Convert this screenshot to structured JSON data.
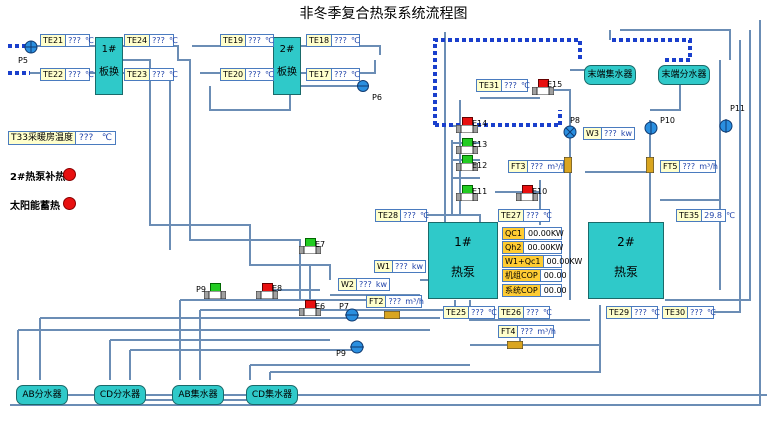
{
  "title": "非冬季复合热泵系统流程图",
  "room_temp": {
    "label": "T33采暖房温度",
    "value": "???",
    "unit": "℃"
  },
  "indicators": [
    {
      "label": "2#热泵补热",
      "color": "#e81010"
    },
    {
      "label": "太阳能蓄热",
      "color": "#e81010"
    }
  ],
  "temps": [
    {
      "id": "te21",
      "label": "TE21",
      "value": "???",
      "unit": "℃"
    },
    {
      "id": "te22",
      "label": "TE22",
      "value": "???",
      "unit": "℃"
    },
    {
      "id": "te24",
      "label": "TE24",
      "value": "???",
      "unit": "℃"
    },
    {
      "id": "te23",
      "label": "TE23",
      "value": "???",
      "unit": "℃"
    },
    {
      "id": "te19",
      "label": "TE19",
      "value": "???",
      "unit": "℃"
    },
    {
      "id": "te18",
      "label": "TE18",
      "value": "???",
      "unit": "℃"
    },
    {
      "id": "te20",
      "label": "TE20",
      "value": "???",
      "unit": "℃"
    },
    {
      "id": "te17",
      "label": "TE17",
      "value": "???",
      "unit": "℃"
    },
    {
      "id": "te31",
      "label": "TE31",
      "value": "???",
      "unit": "℃"
    },
    {
      "id": "te28",
      "label": "TE28",
      "value": "???",
      "unit": "℃"
    },
    {
      "id": "te27",
      "label": "TE27",
      "value": "???",
      "unit": "℃"
    },
    {
      "id": "te25",
      "label": "TE25",
      "value": "???",
      "unit": "℃"
    },
    {
      "id": "te26",
      "label": "TE26",
      "value": "???",
      "unit": "℃"
    },
    {
      "id": "te29",
      "label": "TE29",
      "value": "???",
      "unit": "℃"
    },
    {
      "id": "te30",
      "label": "TE30",
      "value": "???",
      "unit": "℃"
    },
    {
      "id": "te35",
      "label": "TE35",
      "value": "29.8",
      "unit": "℃"
    }
  ],
  "flows": [
    {
      "id": "ft3",
      "label": "FT3",
      "value": "???",
      "unit": "m³/h"
    },
    {
      "id": "ft5",
      "label": "FT5",
      "value": "???",
      "unit": "m³/h"
    },
    {
      "id": "ft2",
      "label": "FT2",
      "value": "???",
      "unit": "m³/h"
    },
    {
      "id": "ft4",
      "label": "FT4",
      "value": "???",
      "unit": "m³/h"
    }
  ],
  "powers": [
    {
      "id": "w3",
      "label": "W3",
      "value": "???",
      "unit": "kw"
    },
    {
      "id": "w2",
      "label": "W2",
      "value": "???",
      "unit": "kw"
    },
    {
      "id": "w1",
      "label": "W1",
      "value": "???",
      "unit": "kw"
    }
  ],
  "metrics": [
    {
      "label": "QC1",
      "value": "00.00KW"
    },
    {
      "label": "Qh2",
      "value": "00.00KW"
    },
    {
      "label": "W1+Qc1",
      "value": "00.00KW"
    },
    {
      "label": "机组COP",
      "value": "00.00"
    },
    {
      "label": "系统COP",
      "value": "00.00"
    }
  ],
  "exchangers": [
    {
      "id": "hx1",
      "num": "1#",
      "name": "板换"
    },
    {
      "id": "hx2",
      "num": "2#",
      "name": "板换"
    }
  ],
  "heatpumps": [
    {
      "id": "hp1",
      "num": "1#",
      "name": "热泵"
    },
    {
      "id": "hp2",
      "num": "2#",
      "name": "热泵"
    }
  ],
  "tanks": [
    "AB分水器",
    "CD分水器",
    "AB集水器",
    "CD集水器"
  ],
  "terminal_tanks": [
    "末端集水器",
    "末端分水器"
  ],
  "pumps": [
    "P5",
    "P6",
    "P7",
    "P8",
    "P9",
    "P10",
    "P11"
  ],
  "pump_p9_label": "P9",
  "valves": [
    "E15",
    "E14",
    "E13",
    "E12",
    "E11",
    "E10",
    "E7",
    "E8",
    "E6"
  ],
  "valve_status": {
    "on": "#22cc22",
    "off": "#e81010"
  }
}
